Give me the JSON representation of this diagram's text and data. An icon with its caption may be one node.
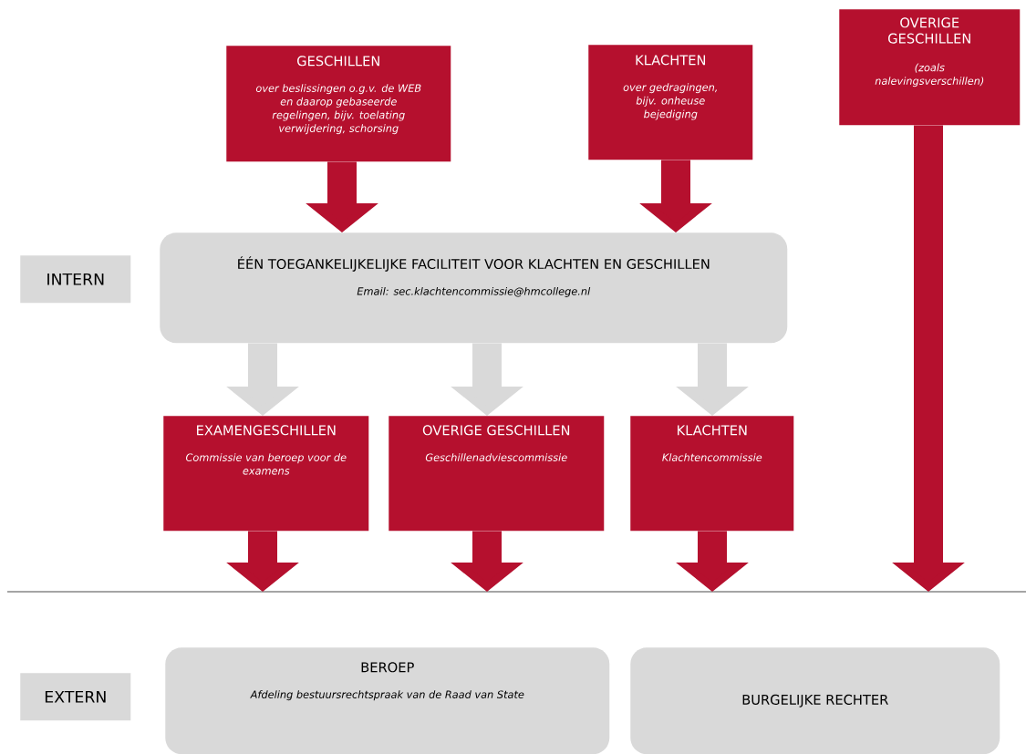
{
  "diagram": {
    "nodes": [
      {
        "text": [
          "GESCHILLEN",
          "over beslissingen o.g.v. de WEB en daarop gebaseerde regelingen, bijv. toelating verwijdering, schorsing"
        ]
      },
      {
        "text": [
          "KLACHTEN",
          "over gedragingen, bijv. onheuse bejediging"
        ]
      },
      {
        "text": [
          "OVERIGE GESCHILLEN",
          "(zoals nalevingsverschillen)"
        ]
      },
      {
        "text": [
          "INTERN"
        ]
      },
      {
        "text": [
          "ÉÉN TOEGANKELIJKELIJKE FACILITEIT VOOR KLACHTEN EN GESCHILLEN",
          "Email: sec.klachtencommissie@hmcollege.nl"
        ]
      },
      {
        "text": [
          "EXAMENGESCHILLEN",
          "Commissie van beroep voor de examens"
        ]
      },
      {
        "text": [
          "OVERIGE GESCHILLEN",
          "Geschillenadviescommissie"
        ]
      },
      {
        "text": [
          "KLACHTEN",
          "Klachtencommissie"
        ]
      },
      {
        "text": [
          "EXTERN"
        ]
      },
      {
        "text": [
          "BEROEP",
          "Afdeling bestuursrechtspraak van de Raad van State"
        ]
      },
      {
        "text": [
          "BURGELIJKE RECHTER"
        ]
      }
    ],
    "edges": [
      {
        "from": 0,
        "to": 4,
        "arrow": "to"
      },
      {
        "from": 1,
        "to": 4,
        "arrow": "to"
      },
      {
        "from": 4,
        "to": 5,
        "arrow": "to",
        "color": "#d9d9d9"
      },
      {
        "from": 4,
        "to": 6,
        "arrow": "to",
        "color": "#d9d9d9"
      },
      {
        "from": 4,
        "to": 7,
        "arrow": "to",
        "color": "#d9d9d9"
      },
      {
        "from": 5,
        "to": null,
        "arrow": "to"
      },
      {
        "from": 6,
        "to": null,
        "arrow": "to"
      },
      {
        "from": 7,
        "to": null,
        "arrow": "to"
      },
      {
        "from": 2,
        "to": null,
        "arrow": "to"
      }
    ]
  }
}
